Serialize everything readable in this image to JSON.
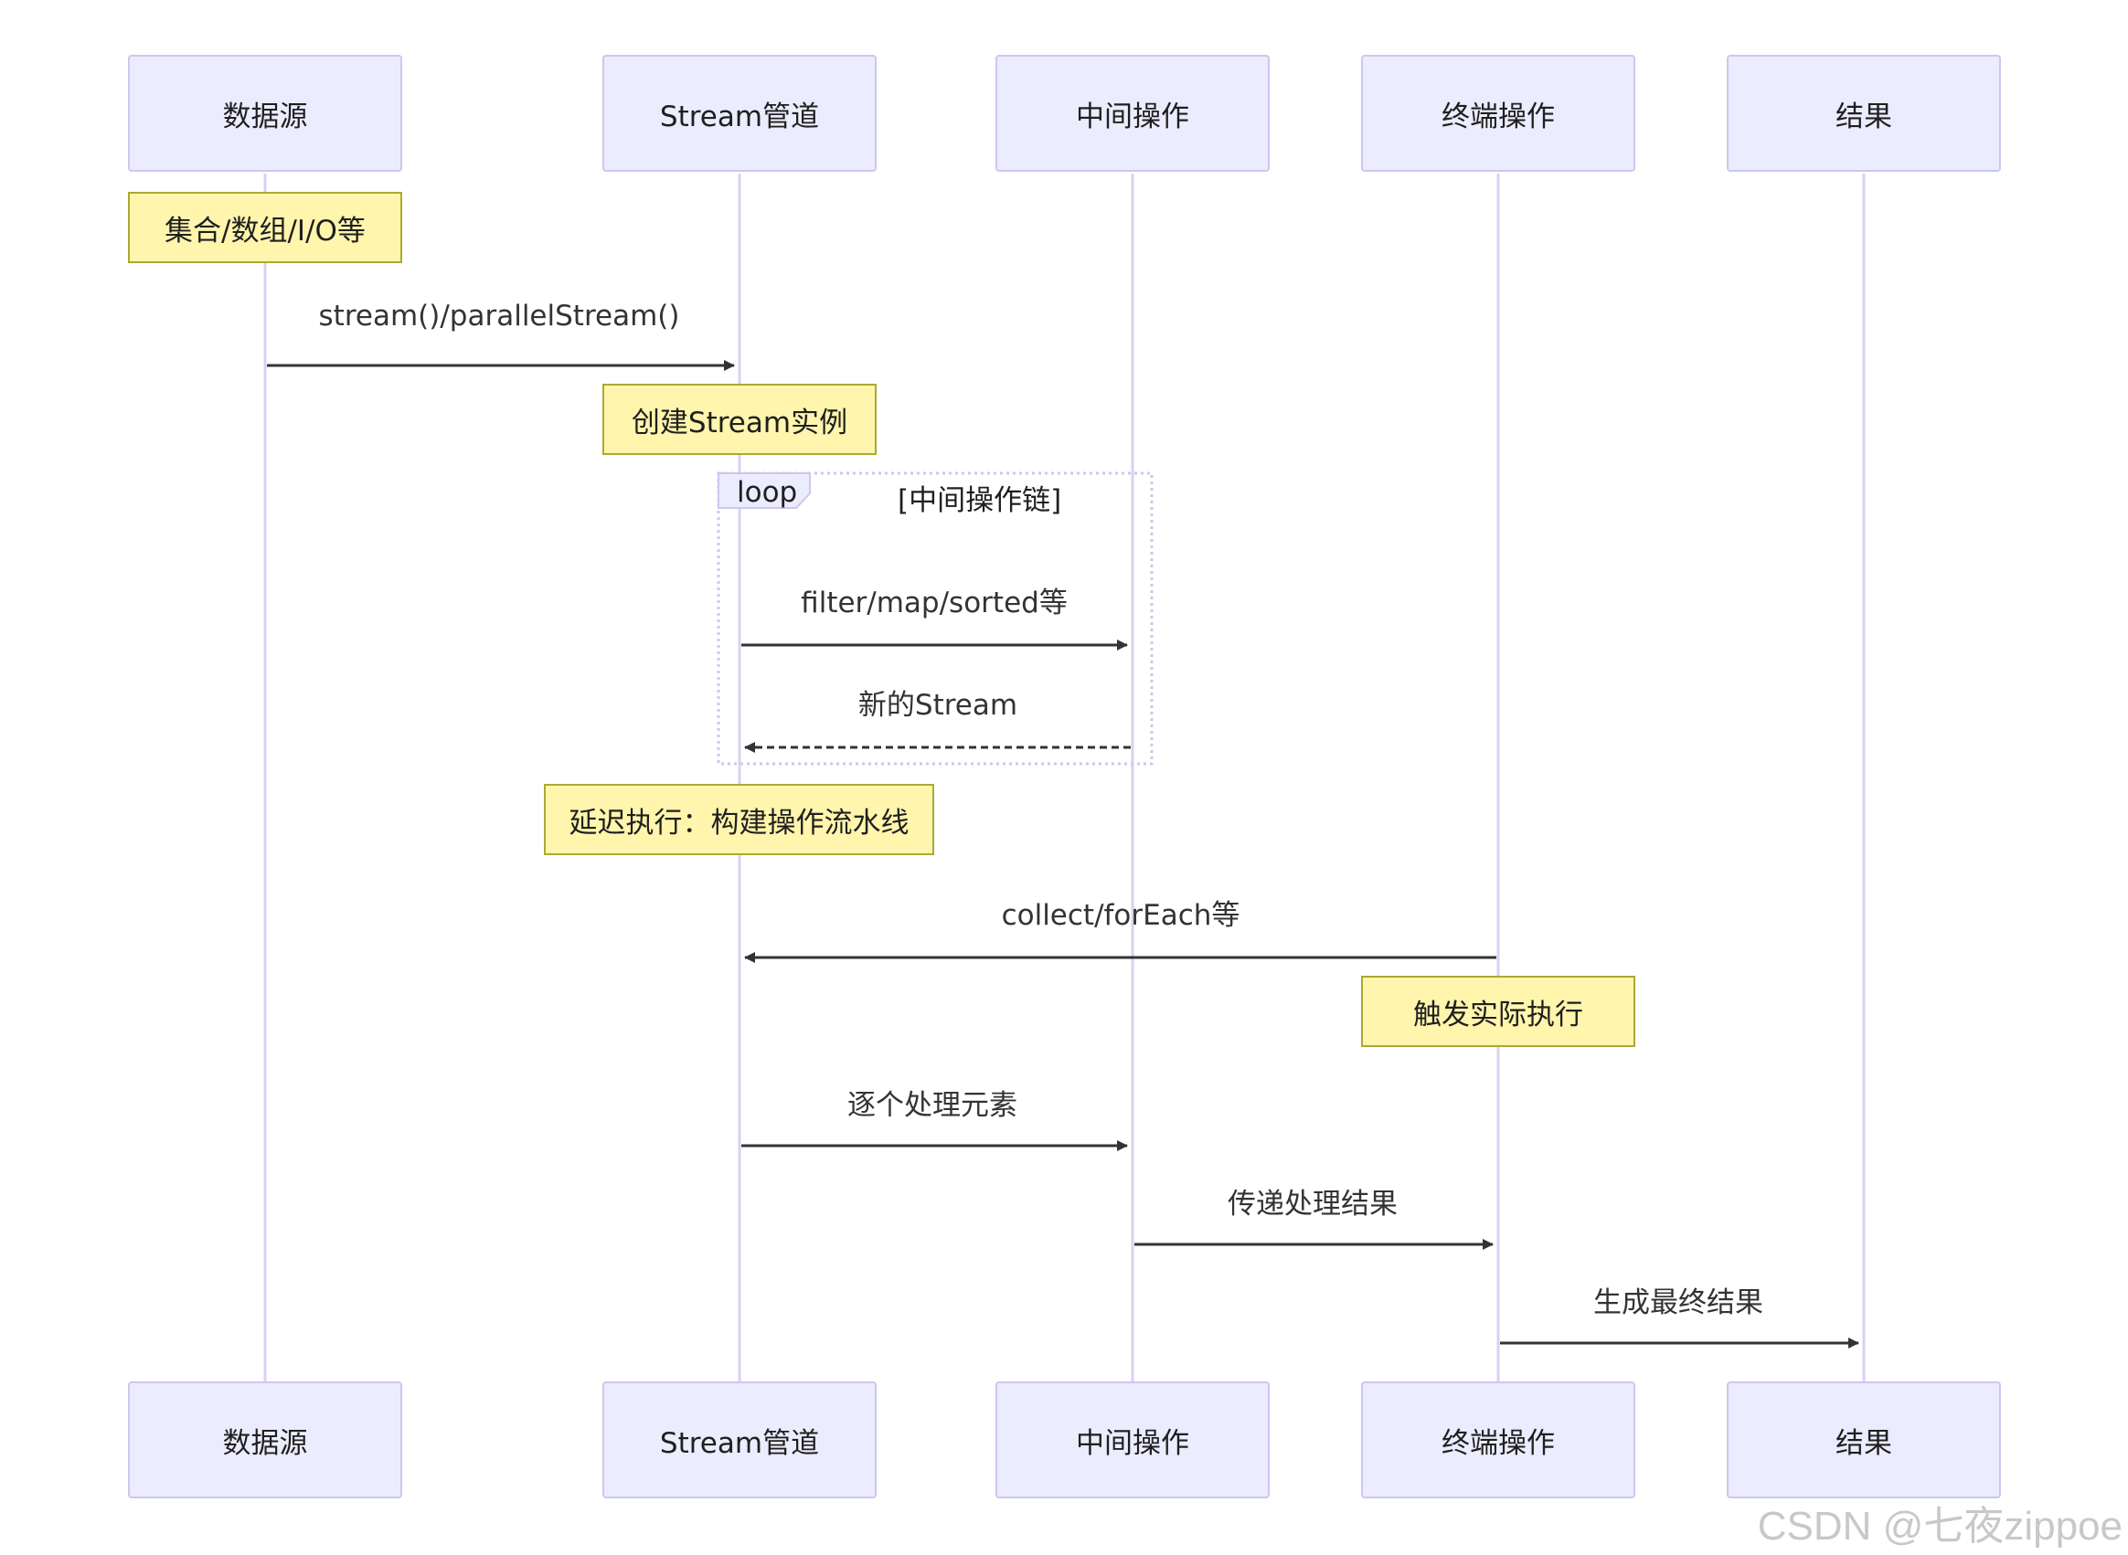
{
  "participants": [
    {
      "label": "数据源"
    },
    {
      "label": "Stream管道"
    },
    {
      "label": "中间操作"
    },
    {
      "label": "终端操作"
    },
    {
      "label": "结果"
    }
  ],
  "notes": {
    "source_note": "集合/数组/I/O等",
    "create_note": "创建Stream实例",
    "lazy_note": "延迟执行：构建操作流水线",
    "trigger_note": "触发实际执行"
  },
  "loop": {
    "tag": "loop",
    "condition": "[中间操作链]"
  },
  "messages": [
    {
      "label": "stream()/parallelStream()",
      "style": "solid"
    },
    {
      "label": "filter/map/sorted等",
      "style": "solid"
    },
    {
      "label": "新的Stream",
      "style": "dashed"
    },
    {
      "label": "collect/forEach等",
      "style": "solid"
    },
    {
      "label": "逐个处理元素",
      "style": "solid"
    },
    {
      "label": "传递处理结果",
      "style": "solid"
    },
    {
      "label": "生成最终结果",
      "style": "solid"
    }
  ],
  "colors": {
    "actor_fill": "#ECECFF",
    "actor_border": "#cfc6ee",
    "lifeline": "#d9d0f2",
    "note_fill": "#FFF5AD",
    "note_border": "#aaaa33",
    "arrow": "#333333"
  },
  "watermark": "CSDN @七夜zippoe"
}
